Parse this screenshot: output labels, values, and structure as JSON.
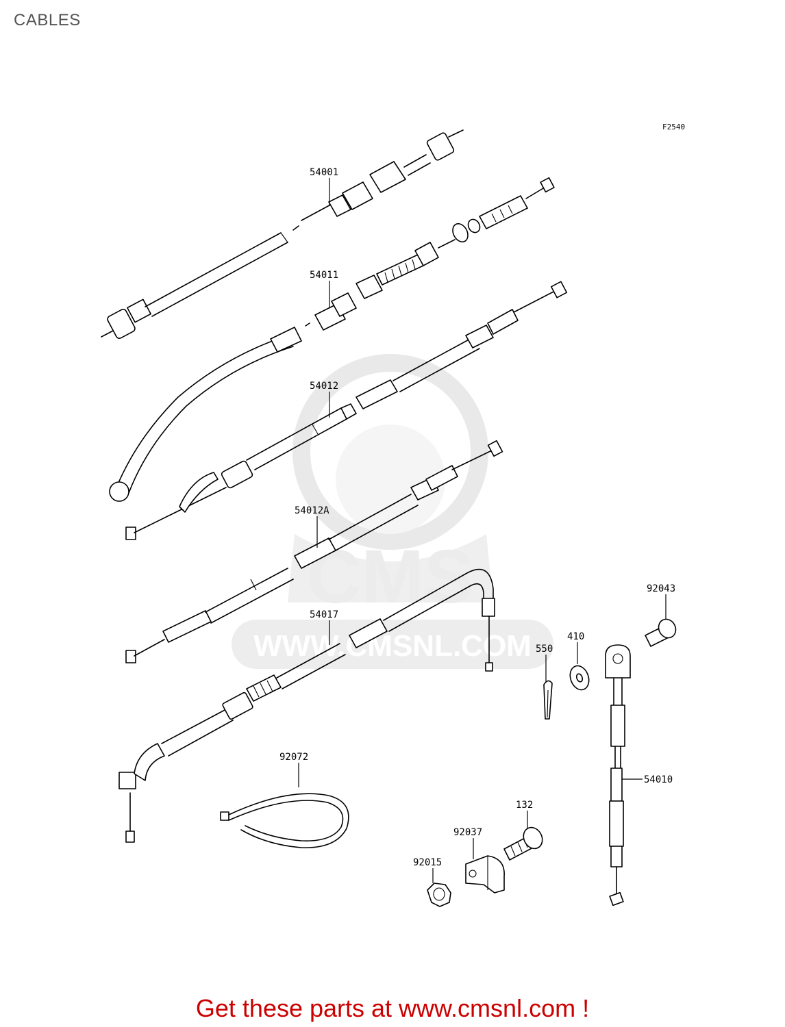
{
  "page": {
    "title": "CABLES",
    "reference": "F2540",
    "footer": "Get these parts at www.cmsnl.com !",
    "watermark": "WWW.CMSNL.COM"
  },
  "parts": [
    {
      "id": "54001",
      "label": "54001"
    },
    {
      "id": "54011",
      "label": "54011"
    },
    {
      "id": "54012",
      "label": "54012"
    },
    {
      "id": "54012A",
      "label": "54012A"
    },
    {
      "id": "54017",
      "label": "54017"
    },
    {
      "id": "92043",
      "label": "92043"
    },
    {
      "id": "410",
      "label": "410"
    },
    {
      "id": "550",
      "label": "550"
    },
    {
      "id": "54010",
      "label": "54010"
    },
    {
      "id": "92072",
      "label": "92072"
    },
    {
      "id": "132",
      "label": "132"
    },
    {
      "id": "92037",
      "label": "92037"
    },
    {
      "id": "92015",
      "label": "92015"
    }
  ],
  "colors": {
    "footer": "#cc0000",
    "title": "#555555",
    "watermark": "#d8d8d8"
  }
}
